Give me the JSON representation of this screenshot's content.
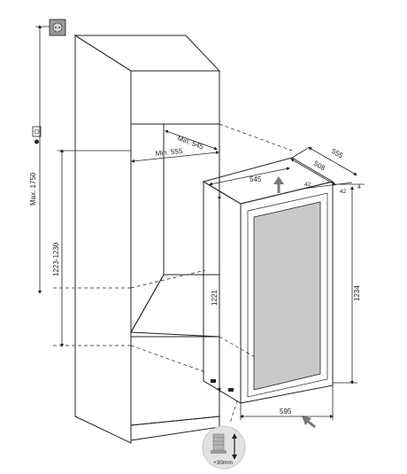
{
  "labels": {
    "max_height": "Max. 1750",
    "niche_height": "1223-1230",
    "min_depth": "Min. 545",
    "min_width": "Min. 555",
    "unit_width_top": "545",
    "unit_depth_508": "508",
    "unit_depth_555": "555",
    "gap_42_a": "42",
    "gap_42_b": "42",
    "gap_4": "4",
    "unit_height_left": "1221",
    "unit_height_right": "1234",
    "front_width": "595",
    "foot_adjust": "+30mm"
  },
  "colors": {
    "line": "#222222",
    "cabinet_side": "#e6e6e6",
    "cabinet_front": "#f4f4f4",
    "niche_back": "#d9d9d9",
    "niche_side": "#cfcfcf",
    "door_frame": "#ffffff",
    "glass": "#c8c8c8",
    "plinth": "#eeeeee",
    "socket": "#9a9a9a",
    "foot_circle": "#e2e2e2"
  },
  "icons": [
    "power-socket-icon",
    "plug-icon",
    "arrow-up-icon",
    "arrow-push-icon",
    "adjustable-foot-icon"
  ]
}
